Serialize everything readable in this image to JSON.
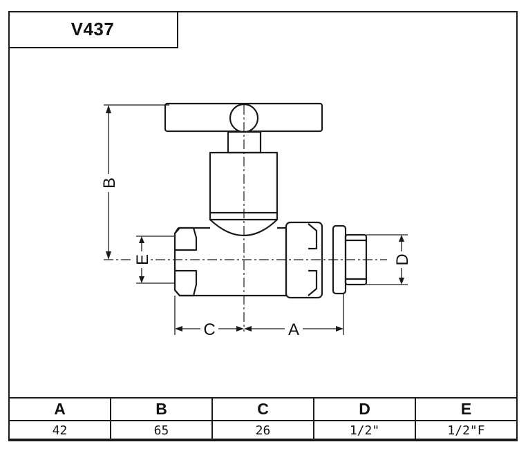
{
  "title": "V437",
  "dimension_labels": {
    "a": "A",
    "b": "B",
    "c": "C",
    "d": "D",
    "e": "E"
  },
  "table": {
    "headers": [
      "A",
      "B",
      "C",
      "D",
      "E"
    ],
    "values": [
      "42",
      "65",
      "26",
      "1/2\"",
      "1/2\"F"
    ]
  },
  "colors": {
    "line": "#1a1a1a",
    "background": "#ffffff"
  }
}
